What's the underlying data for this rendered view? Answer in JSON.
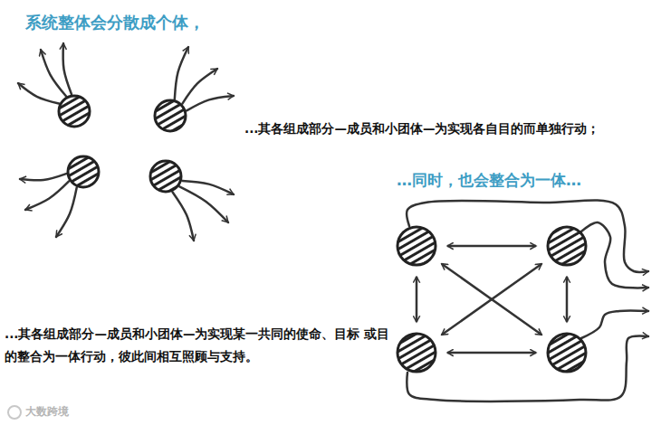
{
  "diagram": {
    "title": "系统整体会分散成个体，",
    "labels": [
      "...其各组成部分—成员和小团体—为实现各自目的而单独行动；",
      "…同时，也会整合为一体…",
      "...其各组成部分—成员和小团体—为实现某一共同的使命、目标 或目的整合为一体行动，彼此间相互照顾与支持。",
      "大数跨境"
    ]
  }
}
